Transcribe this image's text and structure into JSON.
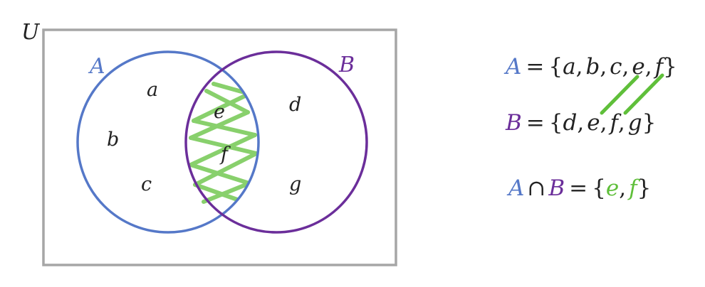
{
  "colors": {
    "universe_border": "#a6a6a6",
    "set_a": "#5578c8",
    "set_b": "#6b2e9a",
    "intersection_hatch": "#7ccb5c",
    "highlight": "#5fbf3a",
    "text": "#222222"
  },
  "diagram": {
    "universe_label": "U",
    "set_a_label": "A",
    "set_b_label": "B",
    "a_only_elements": [
      "a",
      "b",
      "c"
    ],
    "intersection_elements": [
      "e",
      "f"
    ],
    "b_only_elements": [
      "d",
      "g"
    ]
  },
  "equations": {
    "set_a": {
      "name": "A",
      "equals": "=",
      "open": "{",
      "close": "}",
      "elements": [
        "a",
        "b",
        "c",
        "e",
        "f"
      ]
    },
    "set_b": {
      "name": "B",
      "equals": "=",
      "open": "{",
      "close": "}",
      "elements": [
        "d",
        "e",
        "f",
        "g"
      ]
    },
    "intersection": {
      "left": "A",
      "op": "∩",
      "right": "B",
      "equals": "=",
      "open": "{",
      "close": "}",
      "elements": [
        "e",
        "f"
      ]
    }
  }
}
